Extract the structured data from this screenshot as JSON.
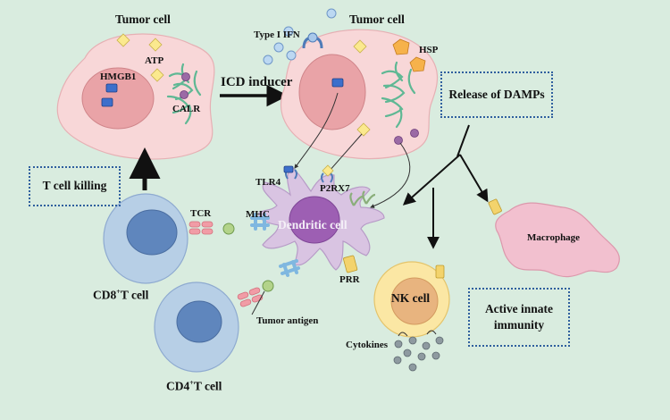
{
  "labels": {
    "tumor_cell_left": "Tumor cell",
    "tumor_cell_right": "Tumor cell",
    "atp": "ATP",
    "hmgb1": "HMGB1",
    "calr": "CALR",
    "icd_inducer": "ICD inducer",
    "type_i_ifn": "Type I IFN",
    "hsp": "HSP",
    "release_of_damps": "Release of DAMPs",
    "t_cell_killing": "T cell killing",
    "tlr4": "TLR4",
    "p2rx7": "P2RX7",
    "tcr": "TCR",
    "mhc": "MHC",
    "dendritic_cell": "Dendritic cell",
    "prr": "PRR",
    "macrophage": "Macrophage",
    "cd8_prefix": "CD8",
    "cd8_sup": "+",
    "cd8_suffix": "T cell",
    "cd4_prefix": "CD4",
    "cd4_sup": "+",
    "cd4_suffix": "T cell",
    "tumor_antigen": "Tumor antigen",
    "nk_cell": "NK cell",
    "cytokines": "Cytokines",
    "active_innate_immunity": "Active innate immunity"
  },
  "colors": {
    "background": "#d9ecdf",
    "tumor_cytoplasm": "#f8d7d8",
    "tumor_nucleus": "#e9a3a7",
    "dendritic_cell": "#d9c4e2",
    "dendritic_nucleus": "#9d5fb3",
    "t_cell": "#b7cfe6",
    "t_nucleus": "#5f86bd",
    "nk_cell": "#fbe7a4",
    "nk_nucleus": "#e8b47f",
    "macrophage": "#f2c0cf",
    "atp_diamond": "#fbe98e",
    "hsp": "#f6b24b",
    "hmgb1": "#3d6fcb",
    "calr": "#9b6aa5",
    "box_border": "#2f5f9e"
  }
}
